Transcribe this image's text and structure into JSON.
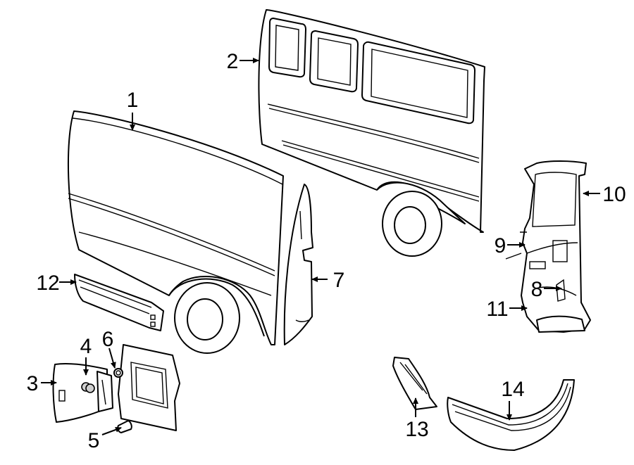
{
  "callouts": [
    {
      "id": "1",
      "label": "1",
      "part": "side-panel-rear"
    },
    {
      "id": "2",
      "label": "2",
      "part": "side-panel-front-windows"
    },
    {
      "id": "3",
      "label": "3",
      "part": "fuel-door"
    },
    {
      "id": "4",
      "label": "4",
      "part": "hinge-spring"
    },
    {
      "id": "5",
      "label": "5",
      "part": "bumper-stop"
    },
    {
      "id": "6",
      "label": "6",
      "part": "grommet"
    },
    {
      "id": "7",
      "label": "7",
      "part": "pillar-extension"
    },
    {
      "id": "8",
      "label": "8",
      "part": "bracket"
    },
    {
      "id": "9",
      "label": "9",
      "part": "reinforcement"
    },
    {
      "id": "10",
      "label": "10",
      "part": "rear-pillar"
    },
    {
      "id": "11",
      "label": "11",
      "part": "lower-reinforcement"
    },
    {
      "id": "12",
      "label": "12",
      "part": "rocker-molding"
    },
    {
      "id": "13",
      "label": "13",
      "part": "splash-shield"
    },
    {
      "id": "14",
      "label": "14",
      "part": "wheel-opening-molding"
    }
  ],
  "colors": {
    "line": "#000000",
    "background": "#ffffff",
    "shade": "#cfcfcf"
  }
}
